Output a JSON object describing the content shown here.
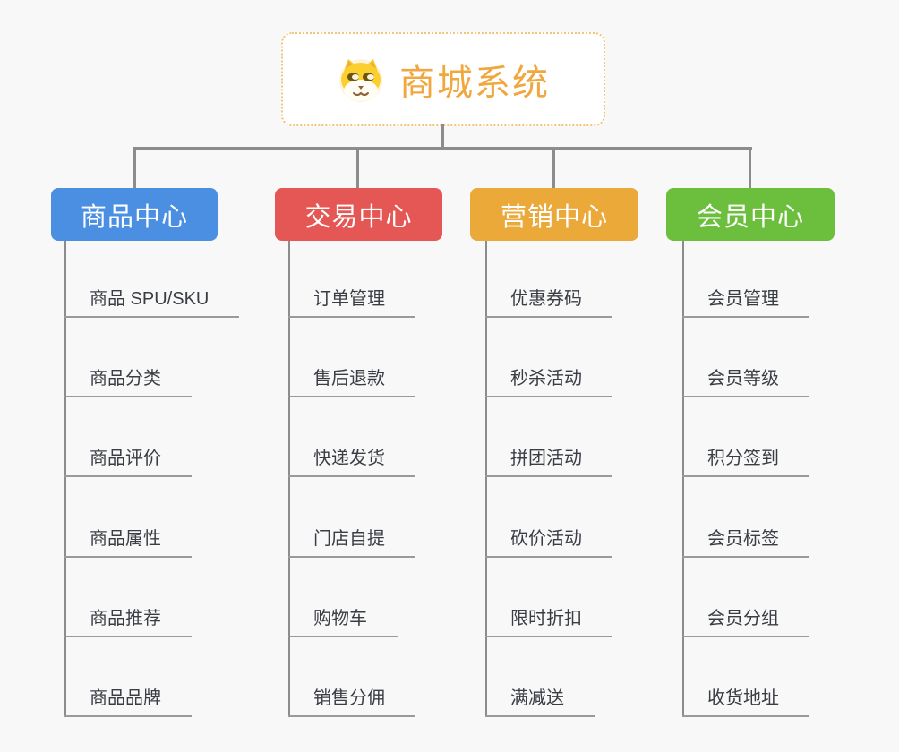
{
  "canvas": {
    "background": "#f8f8f8",
    "connector_color": "#8c8c8c",
    "underline_color": "#9a9a9a"
  },
  "root": {
    "title": "商城系统",
    "icon": "doge-dog-icon",
    "text_color": "#f0a73e",
    "border_color": "#f3c478"
  },
  "branches": [
    {
      "label": "商品中心",
      "color": "#4a8fe2",
      "items": [
        "商品 SPU/SKU",
        "商品分类",
        "商品评价",
        "商品属性",
        "商品推荐",
        "商品品牌"
      ]
    },
    {
      "label": "交易中心",
      "color": "#e45754",
      "items": [
        "订单管理",
        "售后退款",
        "快递发货",
        "门店自提",
        "购物车",
        "销售分佣"
      ]
    },
    {
      "label": "营销中心",
      "color": "#eaa939",
      "items": [
        "优惠券码",
        "秒杀活动",
        "拼团活动",
        "砍价活动",
        "限时折扣",
        "满减送"
      ]
    },
    {
      "label": "会员中心",
      "color": "#6cbe3d",
      "items": [
        "会员管理",
        "会员等级",
        "积分签到",
        "会员标签",
        "会员分组",
        "收货地址"
      ]
    }
  ]
}
